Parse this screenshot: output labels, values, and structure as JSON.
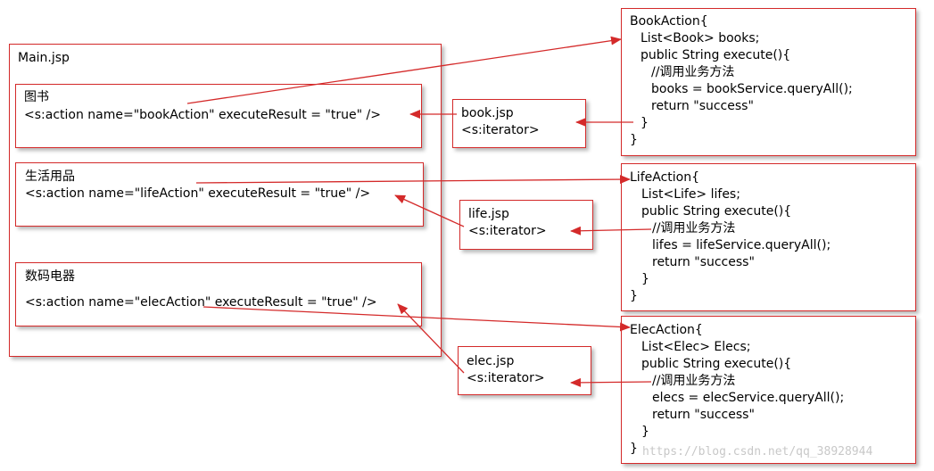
{
  "main": {
    "title": "Main.jsp",
    "book_section": {
      "heading": "图书",
      "tag": "<s:action name=\"bookAction\" executeResult = \"true\" />"
    },
    "life_section": {
      "heading": "生活用品",
      "tag": "<s:action name=\"lifeAction\" executeResult = \"true\" />"
    },
    "elec_section": {
      "heading": "数码电器",
      "tag": "<s:action name=\"elecAction\" executeResult = \"true\" />"
    }
  },
  "jsp_boxes": {
    "book": {
      "name": "book.jsp",
      "tag": "<s:iterator>"
    },
    "life": {
      "name": "life.jsp",
      "tag": "<s:iterator>"
    },
    "elec": {
      "name": "elec.jsp",
      "tag": "<s:iterator>"
    }
  },
  "actions": {
    "book": {
      "lines": [
        "BookAction{",
        "List<Book> books;",
        "public String execute(){",
        "//调用业务方法",
        "books = bookService.queryAll();",
        "return \"success\"",
        "}",
        "}"
      ]
    },
    "life": {
      "lines": [
        "LifeAction{",
        "List<Life> lifes;",
        "public String execute(){",
        "//调用业务方法",
        "lifes = lifeService.queryAll();",
        "return \"success\"",
        "}",
        "}"
      ]
    },
    "elec": {
      "lines": [
        "ElecAction{",
        "List<Elec> Elecs;",
        "public String execute(){",
        "//调用业务方法",
        "elecs = elecService.queryAll();",
        "return \"success\"",
        "}",
        "}"
      ]
    }
  },
  "watermark": "https://blog.csdn.net/qq_38928944",
  "colors": {
    "border": "#d42a2a",
    "arrow": "#d42a2a"
  }
}
